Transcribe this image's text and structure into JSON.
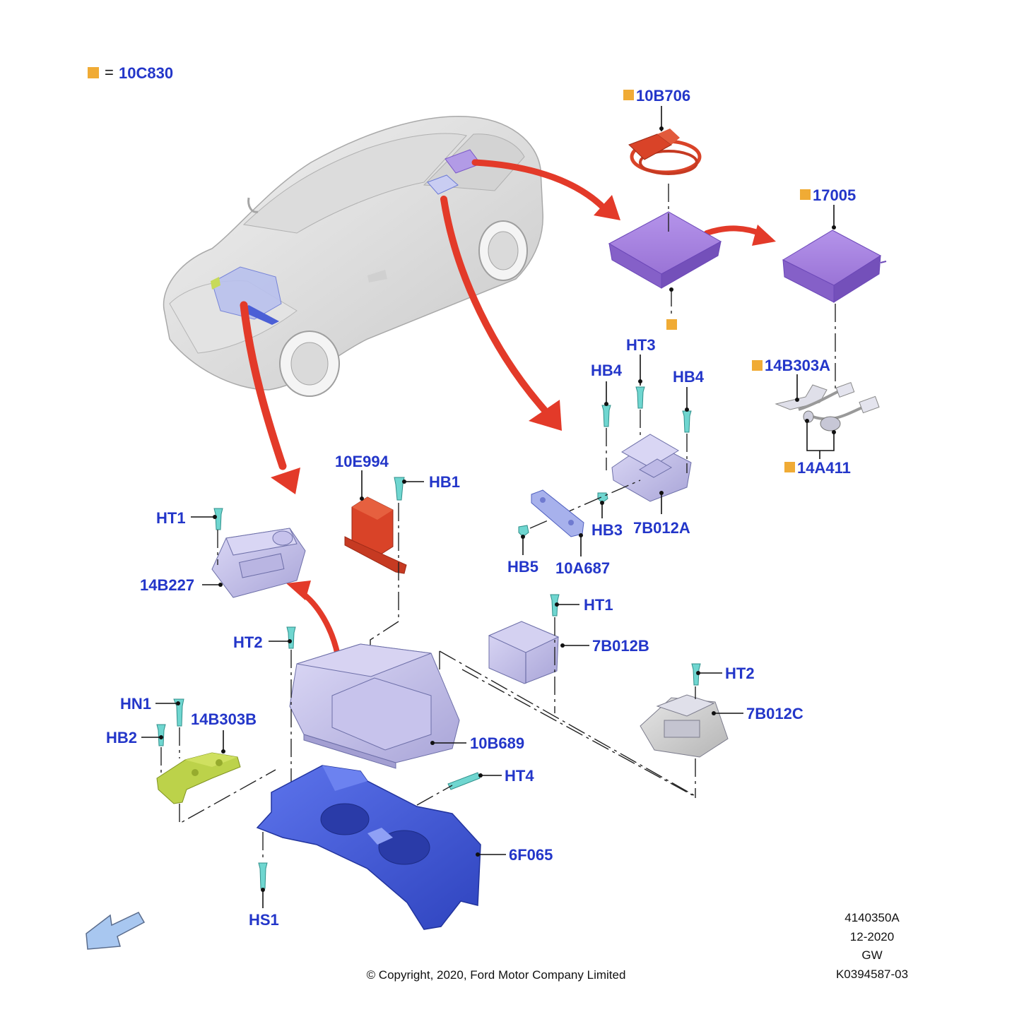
{
  "legend": {
    "key_color": "#f0ab35",
    "equals": "=",
    "code": "10C830"
  },
  "callouts": {
    "b10b706": "10B706",
    "b17005": "17005",
    "b14b303a": "14B303A",
    "b14a411": "14A411",
    "ht3": "HT3",
    "hb4_left": "HB4",
    "hb4_right": "HB4",
    "hb3": "HB3",
    "b7b012a": "7B012A",
    "hb5": "HB5",
    "b10a687": "10A687",
    "b10e994": "10E994",
    "hb1": "HB1",
    "ht1_left": "HT1",
    "b14b227": "14B227",
    "ht1_right": "HT1",
    "b7b012b": "7B012B",
    "ht2_left": "HT2",
    "ht2_right": "HT2",
    "b7b012c": "7B012C",
    "hn1": "HN1",
    "b14b303b": "14B303B",
    "hb2": "HB2",
    "b10b689": "10B689",
    "ht4": "HT4",
    "b6f065": "6F065",
    "hs1": "HS1"
  },
  "info": {
    "ref_number": "4140350A",
    "date": "12-2020",
    "author": "GW",
    "doc_id": "K0394587-03",
    "copyright": "© Copyright, 2020, Ford Motor Company Limited"
  },
  "colors": {
    "label_blue": "#2336c9",
    "callout_arrow_red": "#e33a29",
    "harness_red": "#d94328",
    "module_purple": "#a07fd8",
    "inverter_lavender": "#c6c2ec",
    "subframe_blue": "#3f57d6",
    "bracket_green": "#bcd24a",
    "fastener_teal": "#6fd6d0"
  },
  "icons": {
    "orientation": "front-direction-arrow-icon",
    "vehicle": "vehicle-body-icon"
  }
}
